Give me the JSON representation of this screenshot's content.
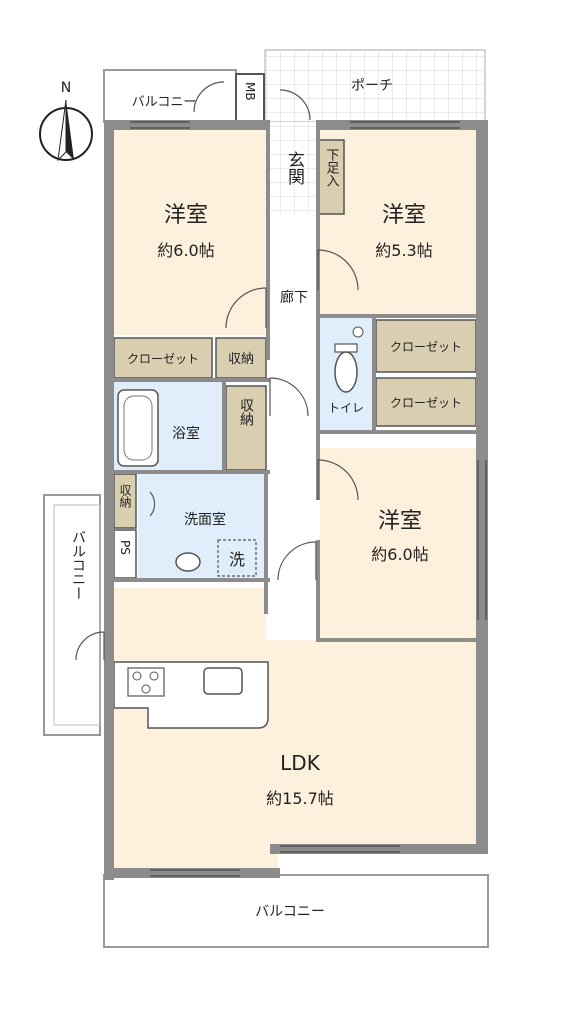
{
  "compass": {
    "label": "N"
  },
  "rooms": {
    "room_nw": {
      "name": "洋室",
      "size": "約6.0帖"
    },
    "room_ne": {
      "name": "洋室",
      "size": "約5.3帖"
    },
    "room_e": {
      "name": "洋室",
      "size": "約6.0帖"
    },
    "ldk": {
      "name": "LDK",
      "size": "約15.7帖"
    },
    "entrance": {
      "name": "玄関"
    },
    "shoe_box": {
      "name": "下足入"
    },
    "hallway": {
      "name": "廊下"
    },
    "bath": {
      "name": "浴室"
    },
    "washroom": {
      "name": "洗面室"
    },
    "toilet": {
      "name": "トイレ"
    }
  },
  "storage": {
    "closet_w": "クローゼット",
    "closet_e1": "クローゼット",
    "closet_e2": "クローゼット",
    "storage_hall": "収納",
    "storage_bath": "収納",
    "storage_wash": "収納",
    "mb": "MB",
    "ps": "PS",
    "washer": "洗"
  },
  "outdoor": {
    "balcony_top": "バルコニー",
    "porch": "ポーチ",
    "balcony_side": "バルコニー",
    "balcony_bottom": "バルコニー"
  },
  "colors": {
    "wall": "#8c8c8c",
    "room_fill": "#fdf0dc",
    "wet_fill": "#dfeefa",
    "storage_fill": "#d9ceaf",
    "grid": "#cfcfcf"
  }
}
